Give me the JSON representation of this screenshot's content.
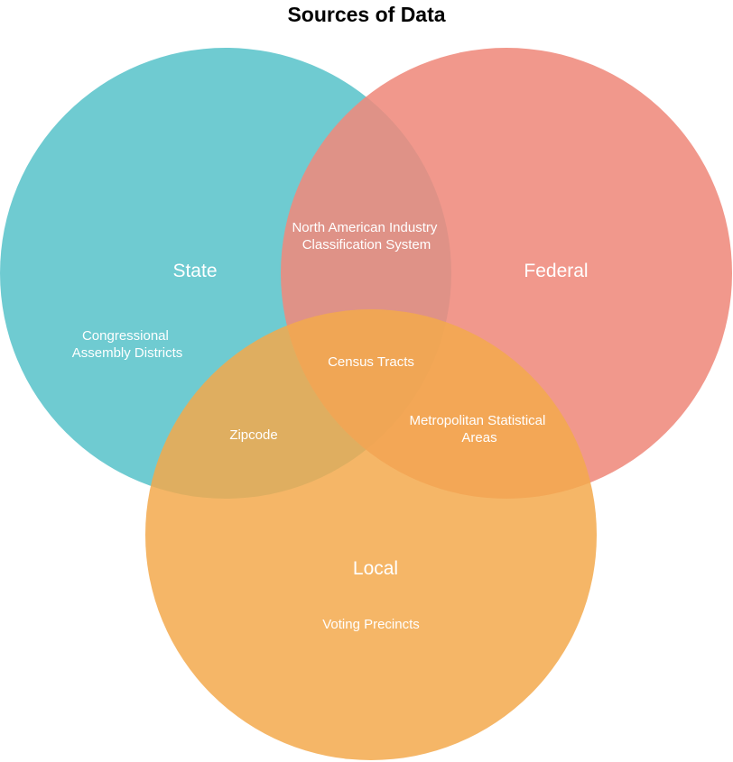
{
  "title": "Sources of Data",
  "colors": {
    "state": "#5bc4cb",
    "federal": "#ef8a7c",
    "local": "#f3a94c",
    "background": "#ffffff",
    "label": "#ffffff"
  },
  "sets": {
    "state": {
      "label": "State"
    },
    "federal": {
      "label": "Federal"
    },
    "local": {
      "label": "Local"
    }
  },
  "regions": {
    "state_only": [
      "Congressional",
      "Assembly Districts"
    ],
    "state_federal": [
      "North American Industry",
      "Classification System"
    ],
    "all_three": [
      "Census Tracts"
    ],
    "state_local": [
      "Zipcode"
    ],
    "federal_local": [
      "Metropolitan Statistical",
      "Areas"
    ],
    "local_only": [
      "Voting Precincts"
    ]
  }
}
